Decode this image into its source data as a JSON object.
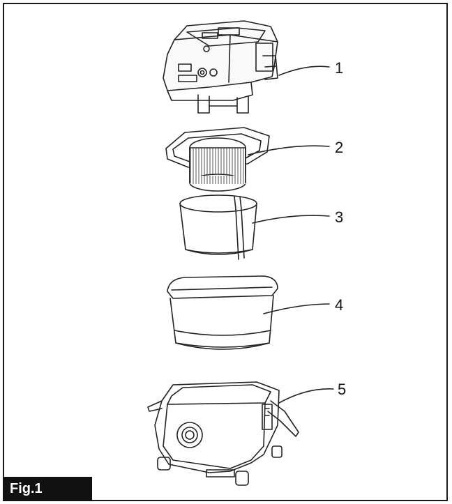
{
  "figure": {
    "label": "Fig.1"
  },
  "callouts": [
    {
      "number": "1"
    },
    {
      "number": "2"
    },
    {
      "number": "3"
    },
    {
      "number": "4"
    },
    {
      "number": "5"
    }
  ]
}
